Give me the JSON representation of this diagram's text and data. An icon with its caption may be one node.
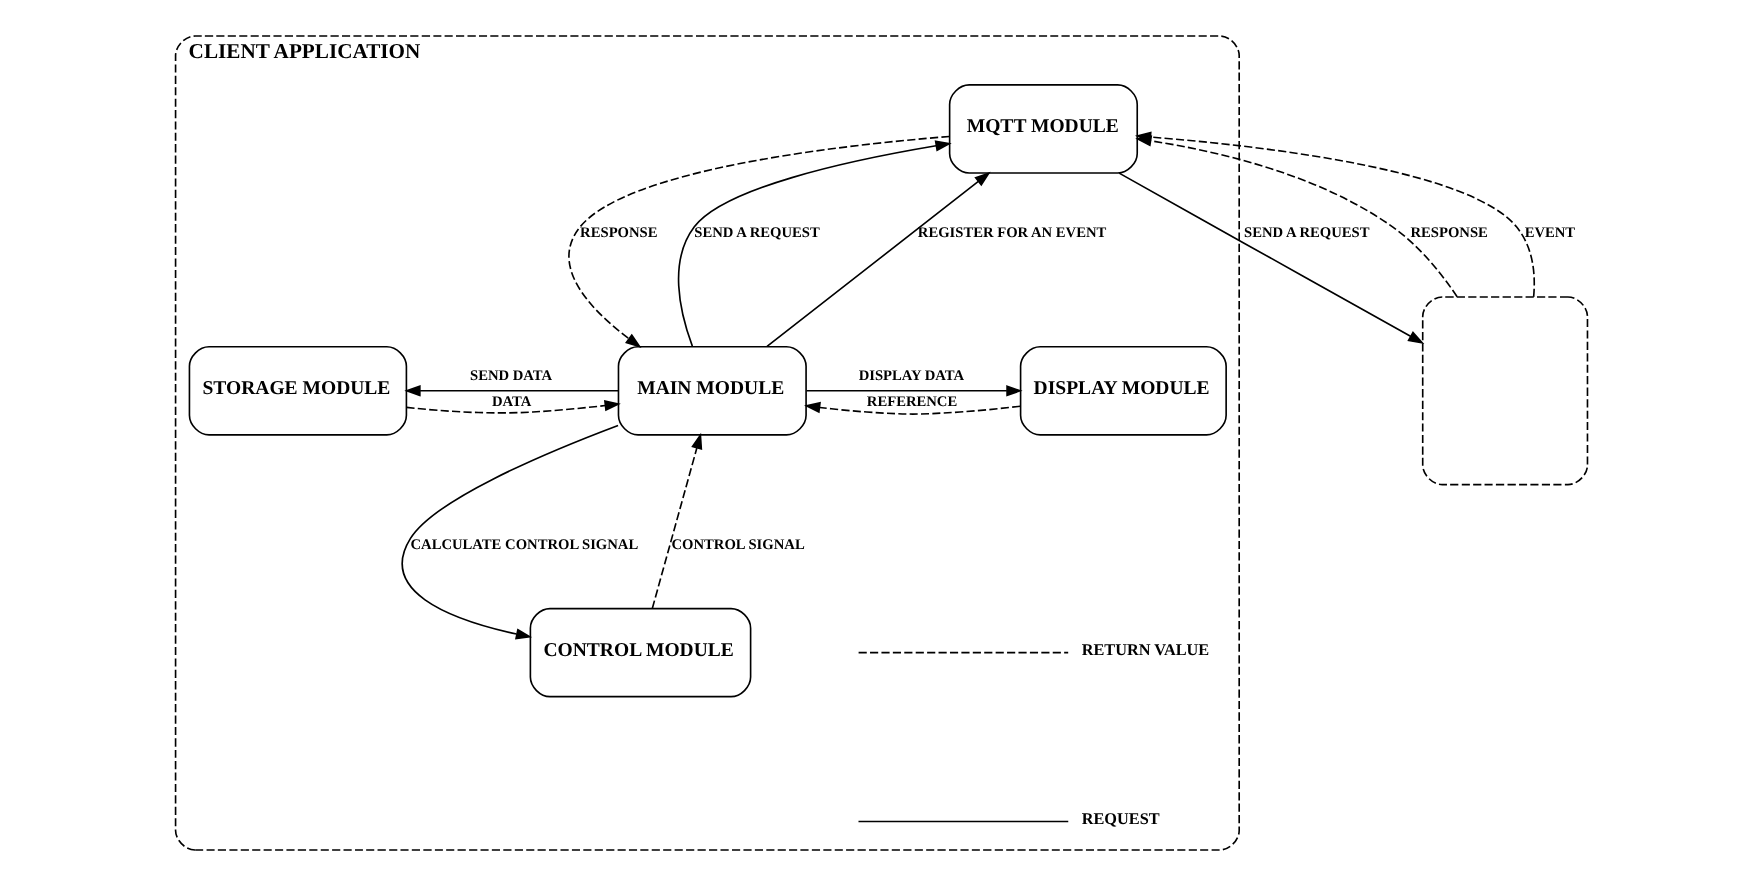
{
  "diagram": {
    "nodes": [
      {
        "text": [
          "CLIENT APPLICATION"
        ]
      },
      {
        "text": [
          "MQTT MODULE"
        ],
        "in": 0
      },
      {
        "text": [
          "DISPLAY MODULE"
        ],
        "in": 0
      },
      {
        "text": [
          "MAIN MODULE"
        ],
        "in": 0
      },
      {
        "text": [
          "STORAGE MODULE"
        ],
        "in": 0
      },
      {
        "text": [
          "CONTROL MODULE"
        ],
        "in": 0
      },
      {
        "text": [],
        "shape": "box"
      }
    ],
    "edges": [
      {
        "from": 1,
        "to": 6,
        "arrow": "to",
        "label": "SEND A REQUEST"
      },
      {
        "from": 6,
        "to": 1,
        "arrow": "to",
        "label": "RESPONSE",
        "style": "dashed"
      },
      {
        "from": 6,
        "to": 1,
        "arrow": "to",
        "label": "EVENT",
        "style": "dashed"
      },
      {
        "from": 3,
        "to": 1,
        "arrow": "to",
        "label": "SEND A REQUEST"
      },
      {
        "from": 1,
        "to": 3,
        "arrow": "to",
        "label": "RESPONSE",
        "style": "dashed"
      },
      {
        "from": 3,
        "to": 1,
        "arrow": "to",
        "label": "REGISTER FOR AN EVENT"
      },
      {
        "from": 3,
        "to": 2,
        "arrow": "to",
        "label": "DISPLAY DATA"
      },
      {
        "from": 2,
        "to": 3,
        "arrow": "to",
        "label": "REFERENCE",
        "style": "dashed"
      },
      {
        "from": 3,
        "to": 4,
        "arrow": "to",
        "label": "SEND DATA"
      },
      {
        "from": 4,
        "to": 3,
        "arrow": "to",
        "label": "DATA",
        "style": "dashed"
      },
      {
        "from": 5,
        "to": 3,
        "arrow": "to",
        "label": "CONTROL SIGNAL",
        "style": "dashed"
      },
      {
        "from": 3,
        "to": 5,
        "arrow": "to",
        "label": "CALCULATE CONTROL SIGNAL"
      }
    ],
    "legend": [
      {
        "text": "RETURN VALUE"
      },
      {
        "text": "REQUEST"
      }
    ]
  }
}
